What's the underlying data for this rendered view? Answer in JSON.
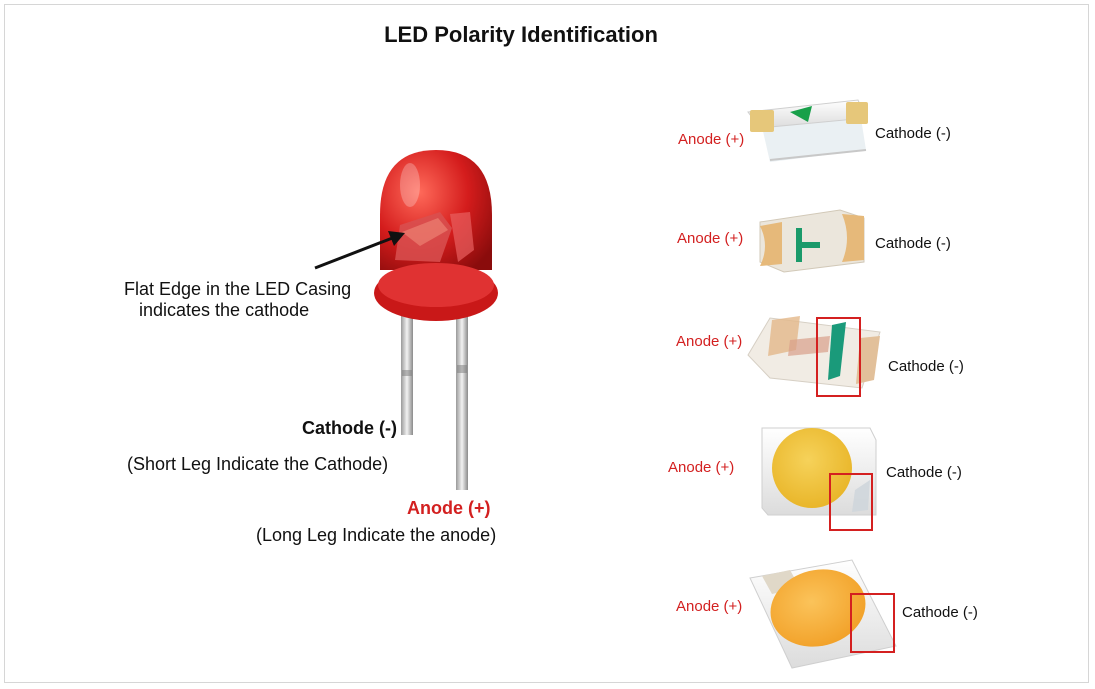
{
  "title": "LED Polarity Identification",
  "through_hole": {
    "flat_edge_line1": "Flat Edge in the LED Casing",
    "flat_edge_line2": "indicates the cathode",
    "cathode_label": "Cathode (-)",
    "cathode_note": "(Short Leg Indicate the Cathode)",
    "anode_label": "Anode (+)",
    "anode_note": "(Long Leg Indicate the anode)"
  },
  "smd_leds": [
    {
      "anode": "Anode (+)",
      "cathode": "Cathode (-)"
    },
    {
      "anode": "Anode (+)",
      "cathode": "Cathode (-)"
    },
    {
      "anode": "Anode (+)",
      "cathode": "Cathode (-)"
    },
    {
      "anode": "Anode (+)",
      "cathode": "Cathode (-)"
    },
    {
      "anode": "Anode (+)",
      "cathode": "Cathode (-)"
    }
  ],
  "colors": {
    "anode_text": "#d32020",
    "led_red": "#d41c1c",
    "highlight_box": "#d42020",
    "smd_green_mark": "#1a9a6a",
    "smd_yellow_phosphor": "#f0c23a",
    "smd_orange_phosphor": "#f7b03c"
  }
}
